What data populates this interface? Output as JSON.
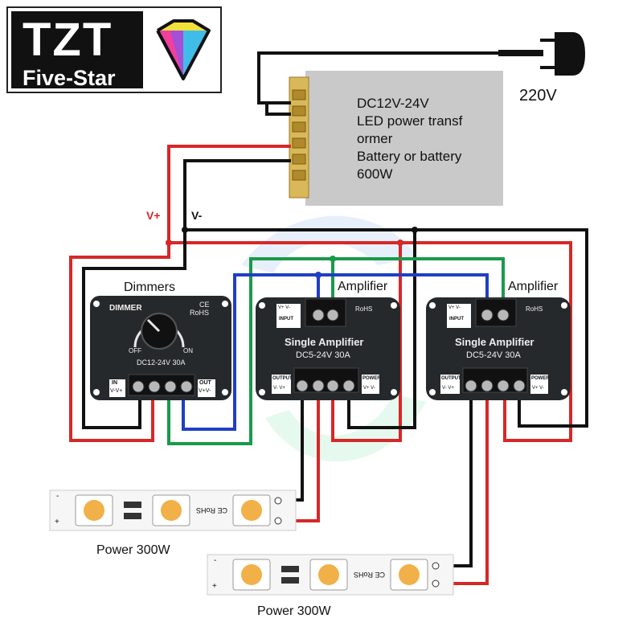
{
  "brand": {
    "name": "TZT",
    "tagline": "Five-Star"
  },
  "mains": {
    "voltage_label": "220V"
  },
  "power_supply": {
    "lines": [
      "DC12V-24V",
      "LED power transf",
      "ormer",
      "Battery or battery",
      "600W"
    ],
    "color": "#c9c9c9"
  },
  "rails": {
    "positive": "V+",
    "negative": "V-"
  },
  "dimmer": {
    "caption": "Dimmers",
    "title": "DIMMER",
    "rohs": "RoHS",
    "ce": "CE",
    "off": "OFF",
    "on": "ON",
    "rating": "DC12-24V 30A",
    "in_label": "IN",
    "in_terms": "V-V+",
    "out_label": "OUT",
    "out_terms": "V+V-"
  },
  "amplifiers": [
    {
      "caption": "Amplifier",
      "name": "Single Amplifier",
      "rating": "DC5-24V 30A",
      "input_label": "INPUT",
      "input_terms": "V+ V-",
      "output_label": "OUTPUT",
      "output_terms": "V- V+",
      "power_label": "POWER",
      "power_terms": "V+ V-",
      "rohs": "RoHS"
    },
    {
      "caption": "Amplifier",
      "name": "Single Amplifier",
      "rating": "DC5-24V 30A",
      "input_label": "INPUT",
      "input_terms": "V+ V-",
      "output_label": "OUTPUT",
      "output_terms": "V- V+",
      "power_label": "POWER",
      "power_terms": "V+ V-",
      "rohs": "RoHS"
    }
  ],
  "strips": [
    {
      "caption": "Power 300W",
      "mark": "CE RoHS",
      "minus": "-",
      "plus": "+"
    },
    {
      "caption": "Power 300W",
      "mark": "CE RoHS",
      "minus": "-",
      "plus": "+"
    }
  ],
  "wire_colors": {
    "red": "#d62828",
    "black": "#111111",
    "green": "#1a9a4a",
    "blue": "#1f3fc4"
  }
}
